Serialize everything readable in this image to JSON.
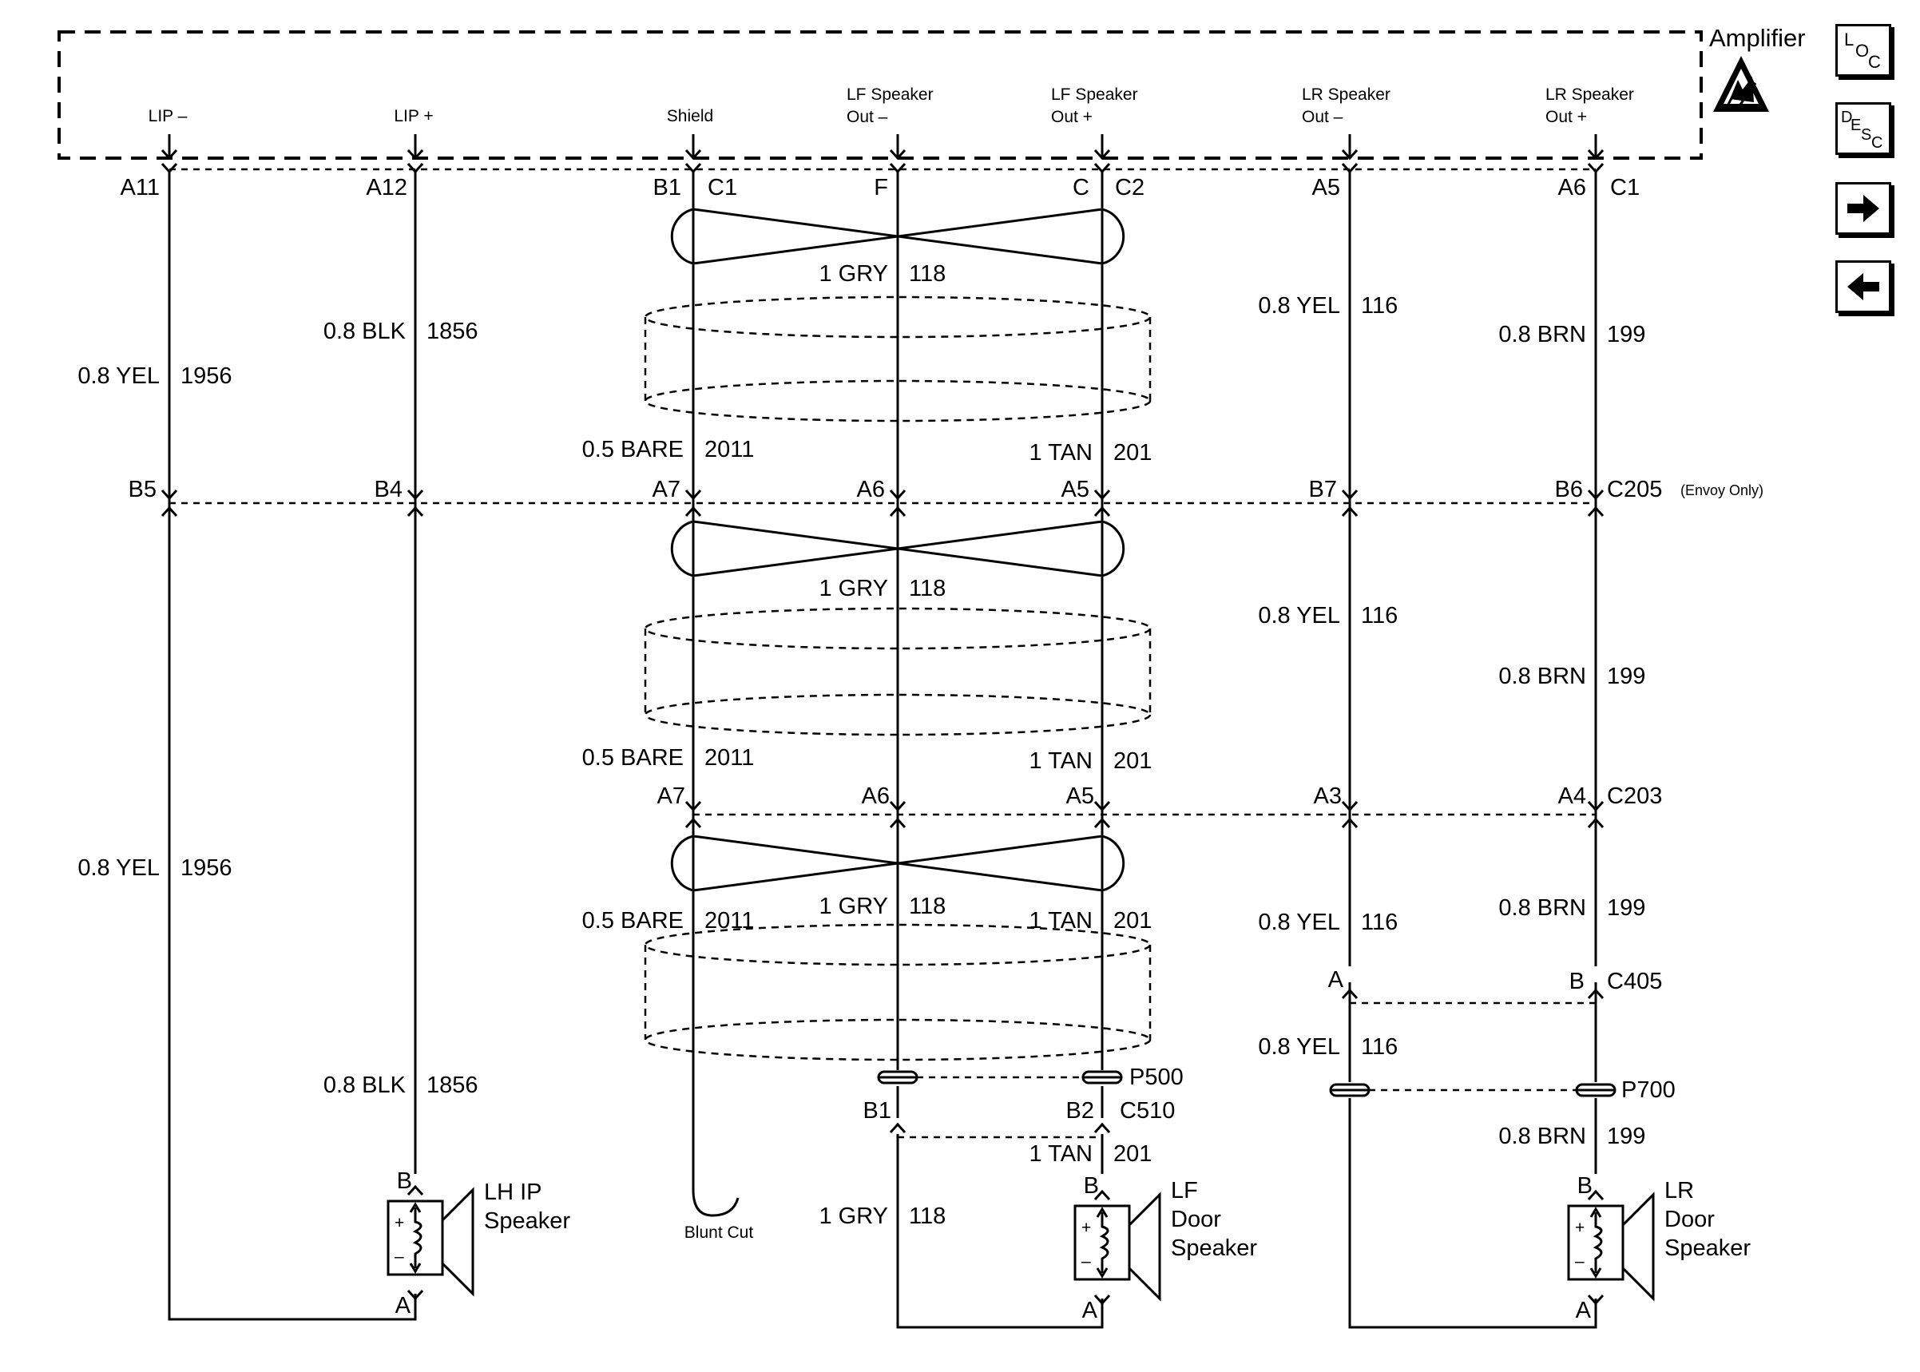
{
  "component": "Amplifier",
  "outputs": {
    "lip_minus": "LIP –",
    "lip_plus": "LIP +",
    "shield": "Shield",
    "lf_minus_1": "LF Speaker",
    "lf_minus_2": "Out –",
    "lf_plus_1": "LF Speaker",
    "lf_plus_2": "Out +",
    "lr_minus_1": "LR Speaker",
    "lr_minus_2": "Out –",
    "lr_plus_1": "LR Speaker",
    "lr_plus_2": "Out +"
  },
  "amp_pins": {
    "lip_minus": "A11",
    "lip_plus": "A12",
    "shield_b": "B1",
    "shield_c": "C1",
    "lf_minus": "F",
    "lf_plus_c": "C",
    "lf_plus_c2": "C2",
    "lr_minus": "A5",
    "lr_plus": "A6",
    "lr_plus_c": "C1"
  },
  "c205": {
    "name": "C205",
    "note": "(Envoy Only)",
    "p1": "B5",
    "p2": "B4",
    "p3": "A7",
    "p4": "A6",
    "p5": "A5",
    "p6": "B7",
    "p7": "B6"
  },
  "c203": {
    "name": "C203",
    "p3": "A7",
    "p4": "A6",
    "p5": "A5",
    "p6": "A3",
    "p7": "A4"
  },
  "c405": {
    "name": "C405",
    "pa": "A",
    "pb": "B"
  },
  "p500": {
    "name": "P500"
  },
  "c510": {
    "name": "C510",
    "pb1": "B1",
    "pb2": "B2"
  },
  "p700": {
    "name": "P700"
  },
  "wires": {
    "w1956_size": "0.8 YEL",
    "w1956_circ": "1956",
    "w1856_size": "0.8 BLK",
    "w1856_circ": "1856",
    "w2011_size": "0.5 BARE",
    "w2011_circ": "2011",
    "w118_size": "1 GRY",
    "w118_circ": "118",
    "w201_size": "1 TAN",
    "w201_circ": "201",
    "w116_size": "0.8 YEL",
    "w116_circ": "116",
    "w199_size": "0.8 BRN",
    "w199_circ": "199"
  },
  "speakers": {
    "lh_ip_1": "LH IP",
    "lh_ip_2": "Speaker",
    "lf_door_1": "LF",
    "lf_door_2": "Door",
    "lf_door_3": "Speaker",
    "lr_door_1": "LR",
    "lr_door_2": "Door",
    "lr_door_3": "Speaker",
    "pin_a": "A",
    "pin_b": "B",
    "plus": "+",
    "minus": "–"
  },
  "blunt_cut": "Blunt Cut",
  "nav": {
    "loc_l": "L",
    "loc_o": "O",
    "loc_c": "C",
    "desc_d": "D",
    "desc_e": "E",
    "desc_s": "S",
    "desc_c": "C"
  },
  "icons": {
    "esd": "esd-warning-icon",
    "next": "arrow-right-icon",
    "prev": "arrow-left-icon"
  }
}
